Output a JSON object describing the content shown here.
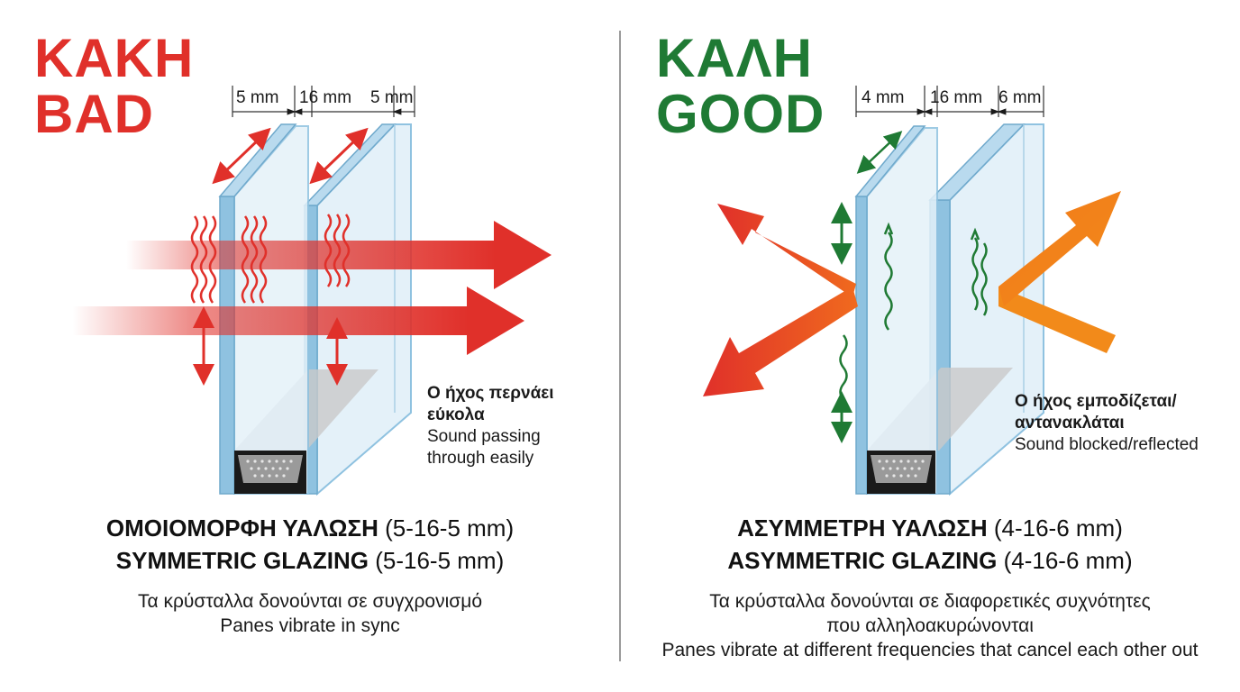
{
  "bad": {
    "title_greek": "ΚΑΚΗ",
    "title_english": "BAD",
    "dims": [
      "5 mm",
      "16 mm",
      "5 mm"
    ],
    "caption_greek": "Ο ήχος περνάει εύκολα",
    "caption_english_1": "Sound passing",
    "caption_english_2": "through easily",
    "heading_greek_bold": "ΟΜΟΙΟΜΟΡΦΗ ΥΑΛΩΣΗ",
    "heading_greek_rest": " (5-16-5 mm)",
    "heading_english_bold": "SYMMETRIC GLAZING",
    "heading_english_rest": " (5-16-5 mm)",
    "desc_greek": "Τα κρύσταλλα δονούνται σε συγχρονισμό",
    "desc_english": "Panes vibrate in sync"
  },
  "good": {
    "title_greek": "ΚΑΛΗ",
    "title_english": "GOOD",
    "dims": [
      "4 mm",
      "16 mm",
      "6 mm"
    ],
    "caption_greek_1": "Ο ήχος εμποδίζεται/",
    "caption_greek_2": "αντανακλάται",
    "caption_english": "Sound blocked/reflected",
    "heading_greek_bold": "ΑΣΥΜΜΕΤΡΗ ΥΑΛΩΣΗ",
    "heading_greek_rest": " (4-16-6 mm)",
    "heading_english_bold": "ASYMMETRIC GLAZING",
    "heading_english_rest": " (4-16-6 mm)",
    "desc_greek_1": "Τα κρύσταλλα δονούνται σε διαφορετικές συχνότητες",
    "desc_greek_2": "που αλληλοακυρώνονται",
    "desc_english": "Panes vibrate at different frequencies that cancel each other out"
  },
  "colors": {
    "bad_red": "#e0302a",
    "good_green": "#1f7a34",
    "glass_edge": "#8fc2e0",
    "glass_face": "#dcedf7",
    "arrow_orange": "#f28a1a"
  }
}
